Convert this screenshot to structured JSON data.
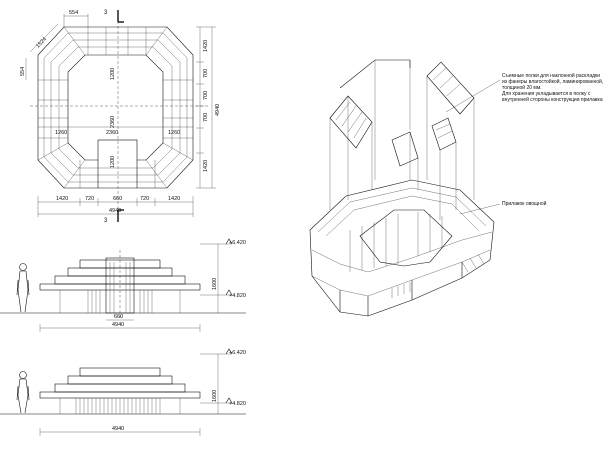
{
  "plan": {
    "dims_top": [
      "554",
      "1524"
    ],
    "dims_left_tilt": "554",
    "dim_inner_top": "1200",
    "dim_inner_bottom": "1200",
    "dim_center": "2360",
    "dims_middle": [
      "1260",
      "2360",
      "1260"
    ],
    "dims_right": [
      "1420",
      "700",
      "700",
      "700",
      "1420"
    ],
    "dim_right_total": "4940",
    "dims_bottom": [
      "1420",
      "720",
      "660",
      "720",
      "1420"
    ],
    "dim_bottom_total": "4940",
    "section_mark": "3"
  },
  "elevation1": {
    "level_top": "+6.420",
    "level_mid": "+4.820",
    "height": "1600",
    "dim_gap": "660",
    "dim_total": "4940"
  },
  "elevation2": {
    "level_top": "+6.420",
    "level_mid": "+4.820",
    "height": "1600",
    "dim_total": "4940"
  },
  "axo": {
    "note_shelves": [
      "Съемные полки для наклонной раскладки",
      "из фанеры влагостойкой, ламинированной,",
      "толщиной 20 мм.",
      "Для хранения укладывается в полку с",
      "внутренней стороны конструкции прилавка"
    ],
    "note_counter": "Прилавок овощной"
  }
}
